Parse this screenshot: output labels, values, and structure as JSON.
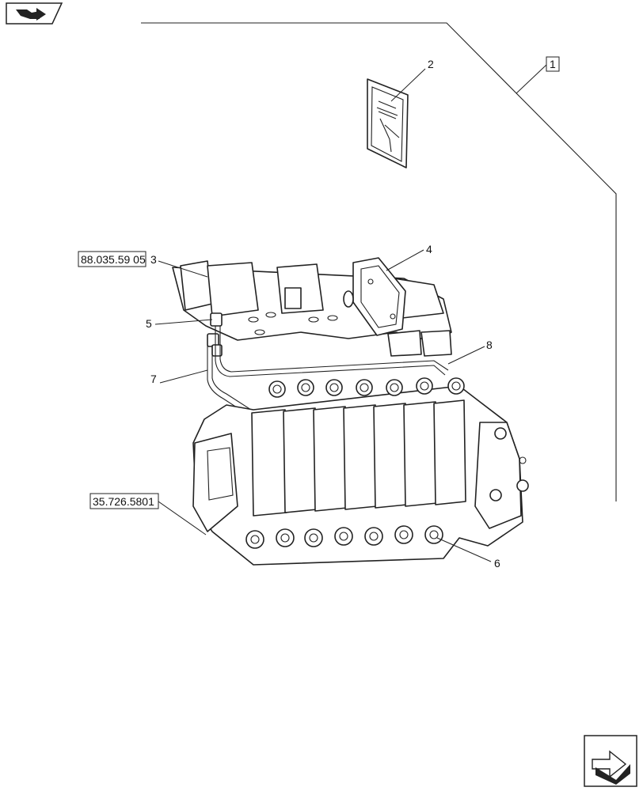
{
  "callouts": {
    "c1": "1",
    "c2": "2",
    "c3": "3",
    "c4": "4",
    "c5": "5",
    "c6": "6",
    "c7": "7",
    "c8": "8"
  },
  "references": {
    "r1": "88.035.59 05",
    "r2": "35.726.5801"
  },
  "icons": {
    "top_left": "book-with-arrow-icon",
    "bottom_right": "next-page-arrow-icon"
  }
}
